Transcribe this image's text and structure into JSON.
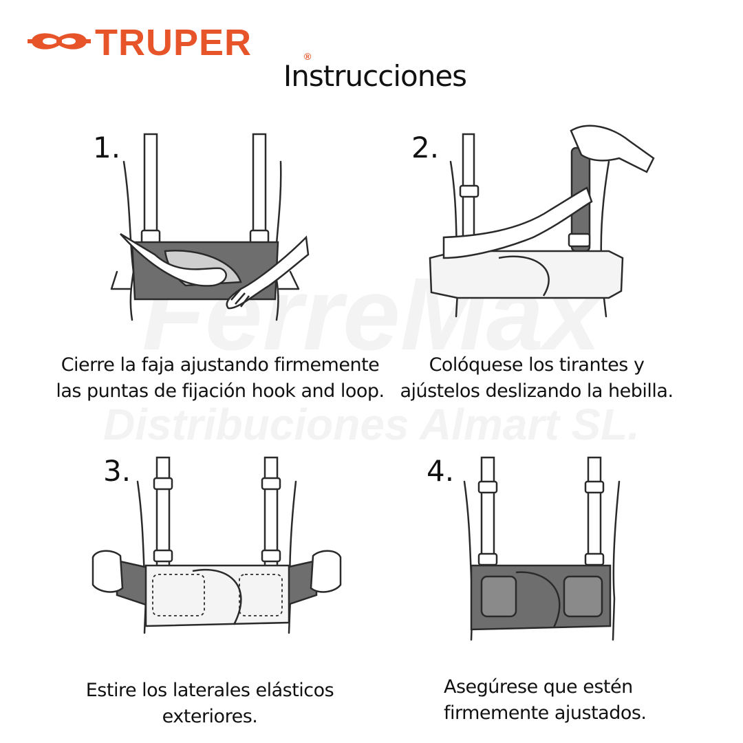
{
  "brand": {
    "name": "TRUPER",
    "reg_mark": "®",
    "color": "#e8542a"
  },
  "title": "Instrucciones",
  "watermark": {
    "line1": "FerreMax",
    "line2": "Distribuciones Almart SL."
  },
  "steps": [
    {
      "number": "1.",
      "lines": [
        "Cierre la faja ajustando firmemente",
        "las puntas de fijación hook and loop."
      ]
    },
    {
      "number": "2.",
      "lines": [
        "Colóquese los tirantes y",
        "ajústelos deslizando la hebilla."
      ]
    },
    {
      "number": "3.",
      "lines": [
        "Estire los laterales elásticos",
        "exteriores."
      ]
    },
    {
      "number": "4.",
      "lines": [
        "Asegúrese que estén",
        "firmemente ajustados."
      ]
    }
  ],
  "colors": {
    "belt_dark": "#6e6e6e",
    "belt_light": "#f4f4f4",
    "line": "#2a2a2a"
  }
}
